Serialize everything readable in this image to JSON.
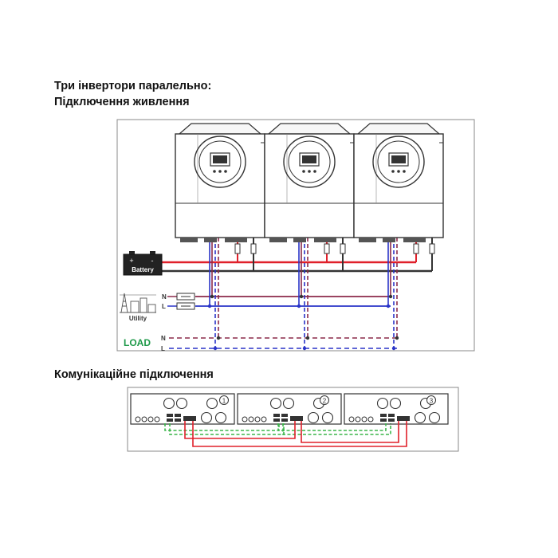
{
  "headings": {
    "power_title_line1": "Три інвертори паралельно:",
    "power_title_line2": "Підключення живлення",
    "comm_title": "Комунікаційне підключення"
  },
  "power_diagram": {
    "battery_label": "Battery",
    "battery_plus": "+",
    "battery_minus": "-",
    "utility_label": "Utility",
    "load_label": "LOAD",
    "neutral_label": "N",
    "line_label": "L"
  },
  "comm_diagram": {
    "unit_numbers": [
      "1",
      "2",
      "3"
    ]
  },
  "colors": {
    "positive_wire": "#e0202a",
    "negative_wire": "#333333",
    "neutral_wire": "#8b2a4a",
    "line_wire": "#2a34c8",
    "comm_green": "#3bb54a",
    "comm_red": "#e0202a",
    "load_text": "#1f9a4a"
  }
}
